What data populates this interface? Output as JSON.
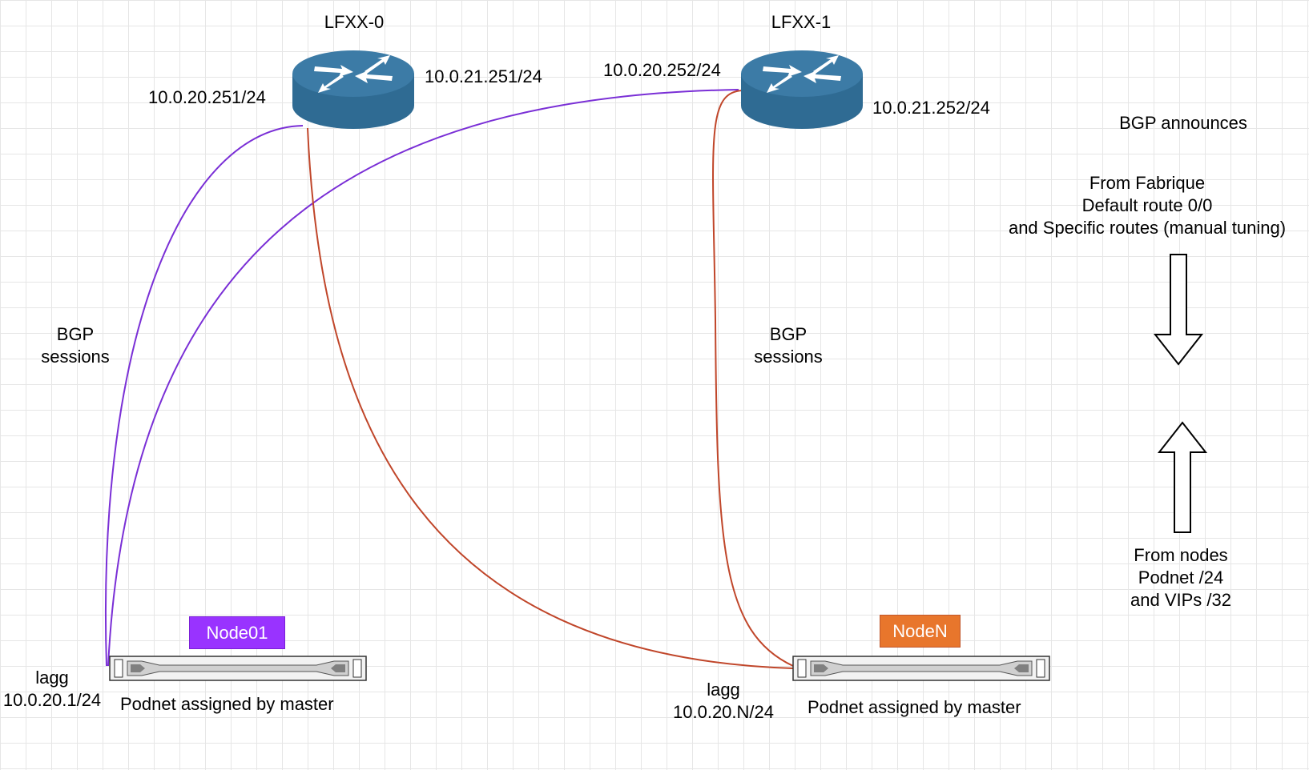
{
  "routers": [
    {
      "name": "LFXX-0",
      "left_ip": "10.0.20.251/24",
      "right_ip": "10.0.21.251/24"
    },
    {
      "name": "LFXX-1",
      "left_ip": "10.0.20.252/24",
      "right_ip": "10.0.21.252/24"
    }
  ],
  "nodes": [
    {
      "name": "Node01",
      "color": "#9933ff",
      "iface": "lagg",
      "ip": "10.0.20.1/24",
      "caption": "Podnet assigned by master"
    },
    {
      "name": "NodeN",
      "color": "#e8762c",
      "iface": "lagg",
      "ip": "10.0.20.N/24",
      "caption": "Podnet assigned by master"
    }
  ],
  "sessions_label": [
    "BGP",
    "sessions"
  ],
  "announces": {
    "title": "BGP announces",
    "from_fabric": [
      "From Fabrique",
      "Default route 0/0",
      "and Specific routes (manual tuning)"
    ],
    "from_nodes": [
      "From nodes",
      "Podnet /24",
      "and VIPs /32"
    ]
  },
  "colors": {
    "router": "#2f6b93",
    "router_top": "#3c7ba6",
    "link_purple": "#7a2fd6",
    "link_orange": "#c0462a",
    "grid": "#e6e6e6"
  },
  "icons": {
    "router": "router-icon",
    "server": "rack-server-icon",
    "arrow_down": "arrow-down-icon",
    "arrow_up": "arrow-up-icon"
  }
}
